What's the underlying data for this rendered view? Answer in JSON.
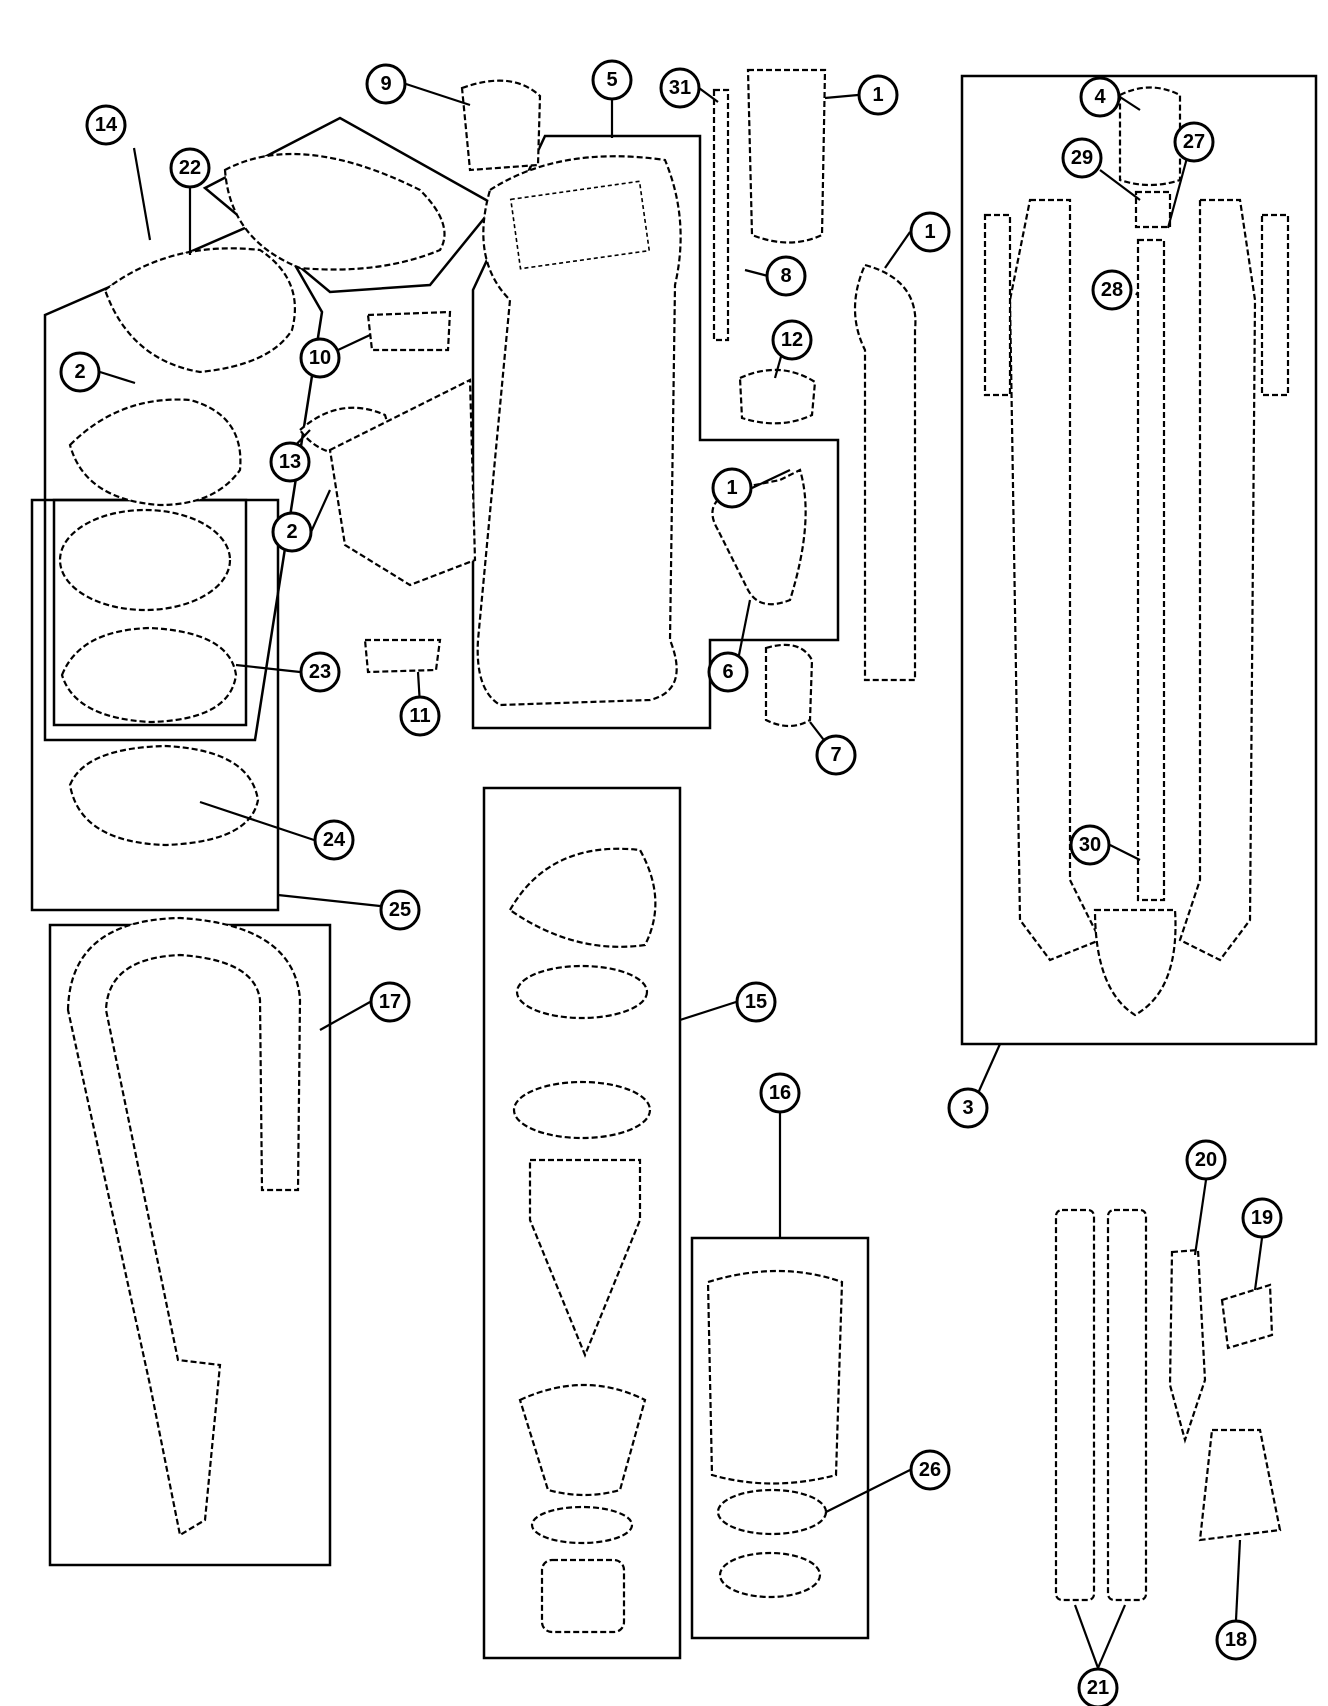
{
  "colors": {
    "ink": "#000000",
    "paper": "#ffffff"
  },
  "callouts": [
    {
      "id": "c1a",
      "label": "1"
    },
    {
      "id": "c1b",
      "label": "1"
    },
    {
      "id": "c1c",
      "label": "1"
    },
    {
      "id": "c2a",
      "label": "2"
    },
    {
      "id": "c2b",
      "label": "2"
    },
    {
      "id": "c3",
      "label": "3"
    },
    {
      "id": "c4",
      "label": "4"
    },
    {
      "id": "c5",
      "label": "5"
    },
    {
      "id": "c6",
      "label": "6"
    },
    {
      "id": "c7",
      "label": "7"
    },
    {
      "id": "c8",
      "label": "8"
    },
    {
      "id": "c9",
      "label": "9"
    },
    {
      "id": "c10",
      "label": "10"
    },
    {
      "id": "c11",
      "label": "11"
    },
    {
      "id": "c12",
      "label": "12"
    },
    {
      "id": "c13",
      "label": "13"
    },
    {
      "id": "c14",
      "label": "14"
    },
    {
      "id": "c15",
      "label": "15"
    },
    {
      "id": "c16",
      "label": "16"
    },
    {
      "id": "c17",
      "label": "17"
    },
    {
      "id": "c18",
      "label": "18"
    },
    {
      "id": "c19",
      "label": "19"
    },
    {
      "id": "c20",
      "label": "20"
    },
    {
      "id": "c21",
      "label": "21"
    },
    {
      "id": "c22",
      "label": "22"
    },
    {
      "id": "c23",
      "label": "23"
    },
    {
      "id": "c24",
      "label": "24"
    },
    {
      "id": "c25",
      "label": "25"
    },
    {
      "id": "c26",
      "label": "26"
    },
    {
      "id": "c27",
      "label": "27"
    },
    {
      "id": "c28",
      "label": "28"
    },
    {
      "id": "c29",
      "label": "29"
    },
    {
      "id": "c30",
      "label": "30"
    },
    {
      "id": "c31",
      "label": "31"
    }
  ]
}
